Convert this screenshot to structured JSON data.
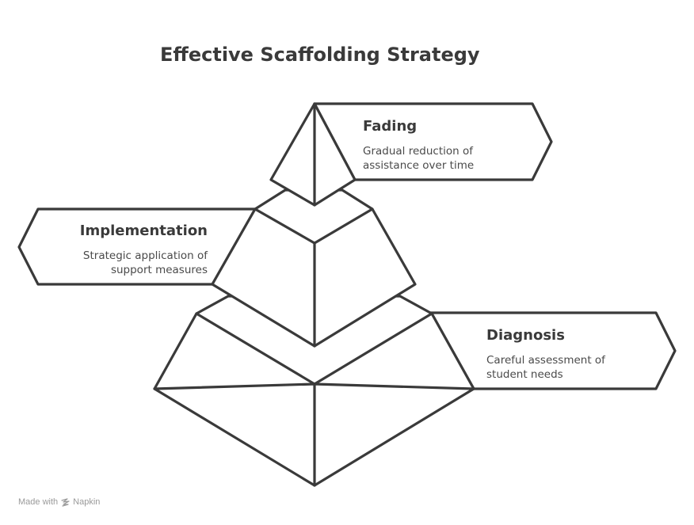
{
  "title": "Effective Scaffolding Strategy",
  "levels": [
    {
      "label": "Fading",
      "description_lines": [
        "Gradual reduction of",
        "assistance over time"
      ]
    },
    {
      "label": "Implementation",
      "description_lines": [
        "Strategic application of",
        "support measures"
      ]
    },
    {
      "label": "Diagnosis",
      "description_lines": [
        "Careful assessment of",
        "student needs"
      ]
    }
  ],
  "footer": {
    "prefix": "Made with",
    "brand": "Napkin",
    "icon": "napkin-logo-icon"
  },
  "colors": {
    "stroke": "#3a3a3a",
    "background": "#ffffff",
    "footer_text": "#9a9a9a"
  }
}
